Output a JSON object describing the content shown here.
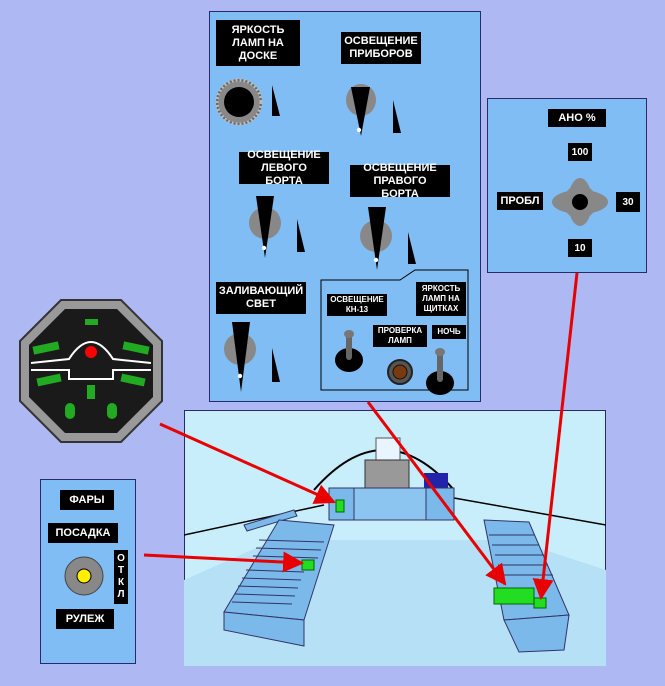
{
  "lighting_panel": {
    "lamp_brightness_board": "ЯРКОСТЬ\nЛАМП НА\nДОСКЕ",
    "instrument_lighting": "ОСВЕЩЕНИЕ\nПРИБОРОВ",
    "left_side_lighting": "ОСВЕЩЕНИЕ\nЛЕВОГО БОРТА",
    "right_side_lighting": "ОСВЕЩЕНИЕ\nПРАВОГО БОРТА",
    "flood_light": "ЗАЛИВАЮЩИЙ\nСВЕТ",
    "kn13_lighting": "ОСВЕЩЕНИЕ\nКН-13",
    "shield_lamp_brightness": "ЯРКОСТЬ\nЛАМП НА\nЩИТКАХ",
    "lamp_test": "ПРОВЕРКА\nЛАМП",
    "night": "НОЧЬ"
  },
  "ano_panel": {
    "title": "АНО %",
    "value_100": "100",
    "value_30": "30",
    "value_10": "10",
    "test": "ПРОБЛ"
  },
  "headlights_panel": {
    "title": "ФАРЫ",
    "landing": "ПОСАДКА",
    "off": "О\nТ\nК\nЛ",
    "taxi": "РУЛЕЖ"
  },
  "colors": {
    "panel": "#80bdf4",
    "background": "#aeb8f2",
    "cockpit": "#c7eefa",
    "arrow": "#e80000",
    "indicator_green": "#22dd22"
  }
}
